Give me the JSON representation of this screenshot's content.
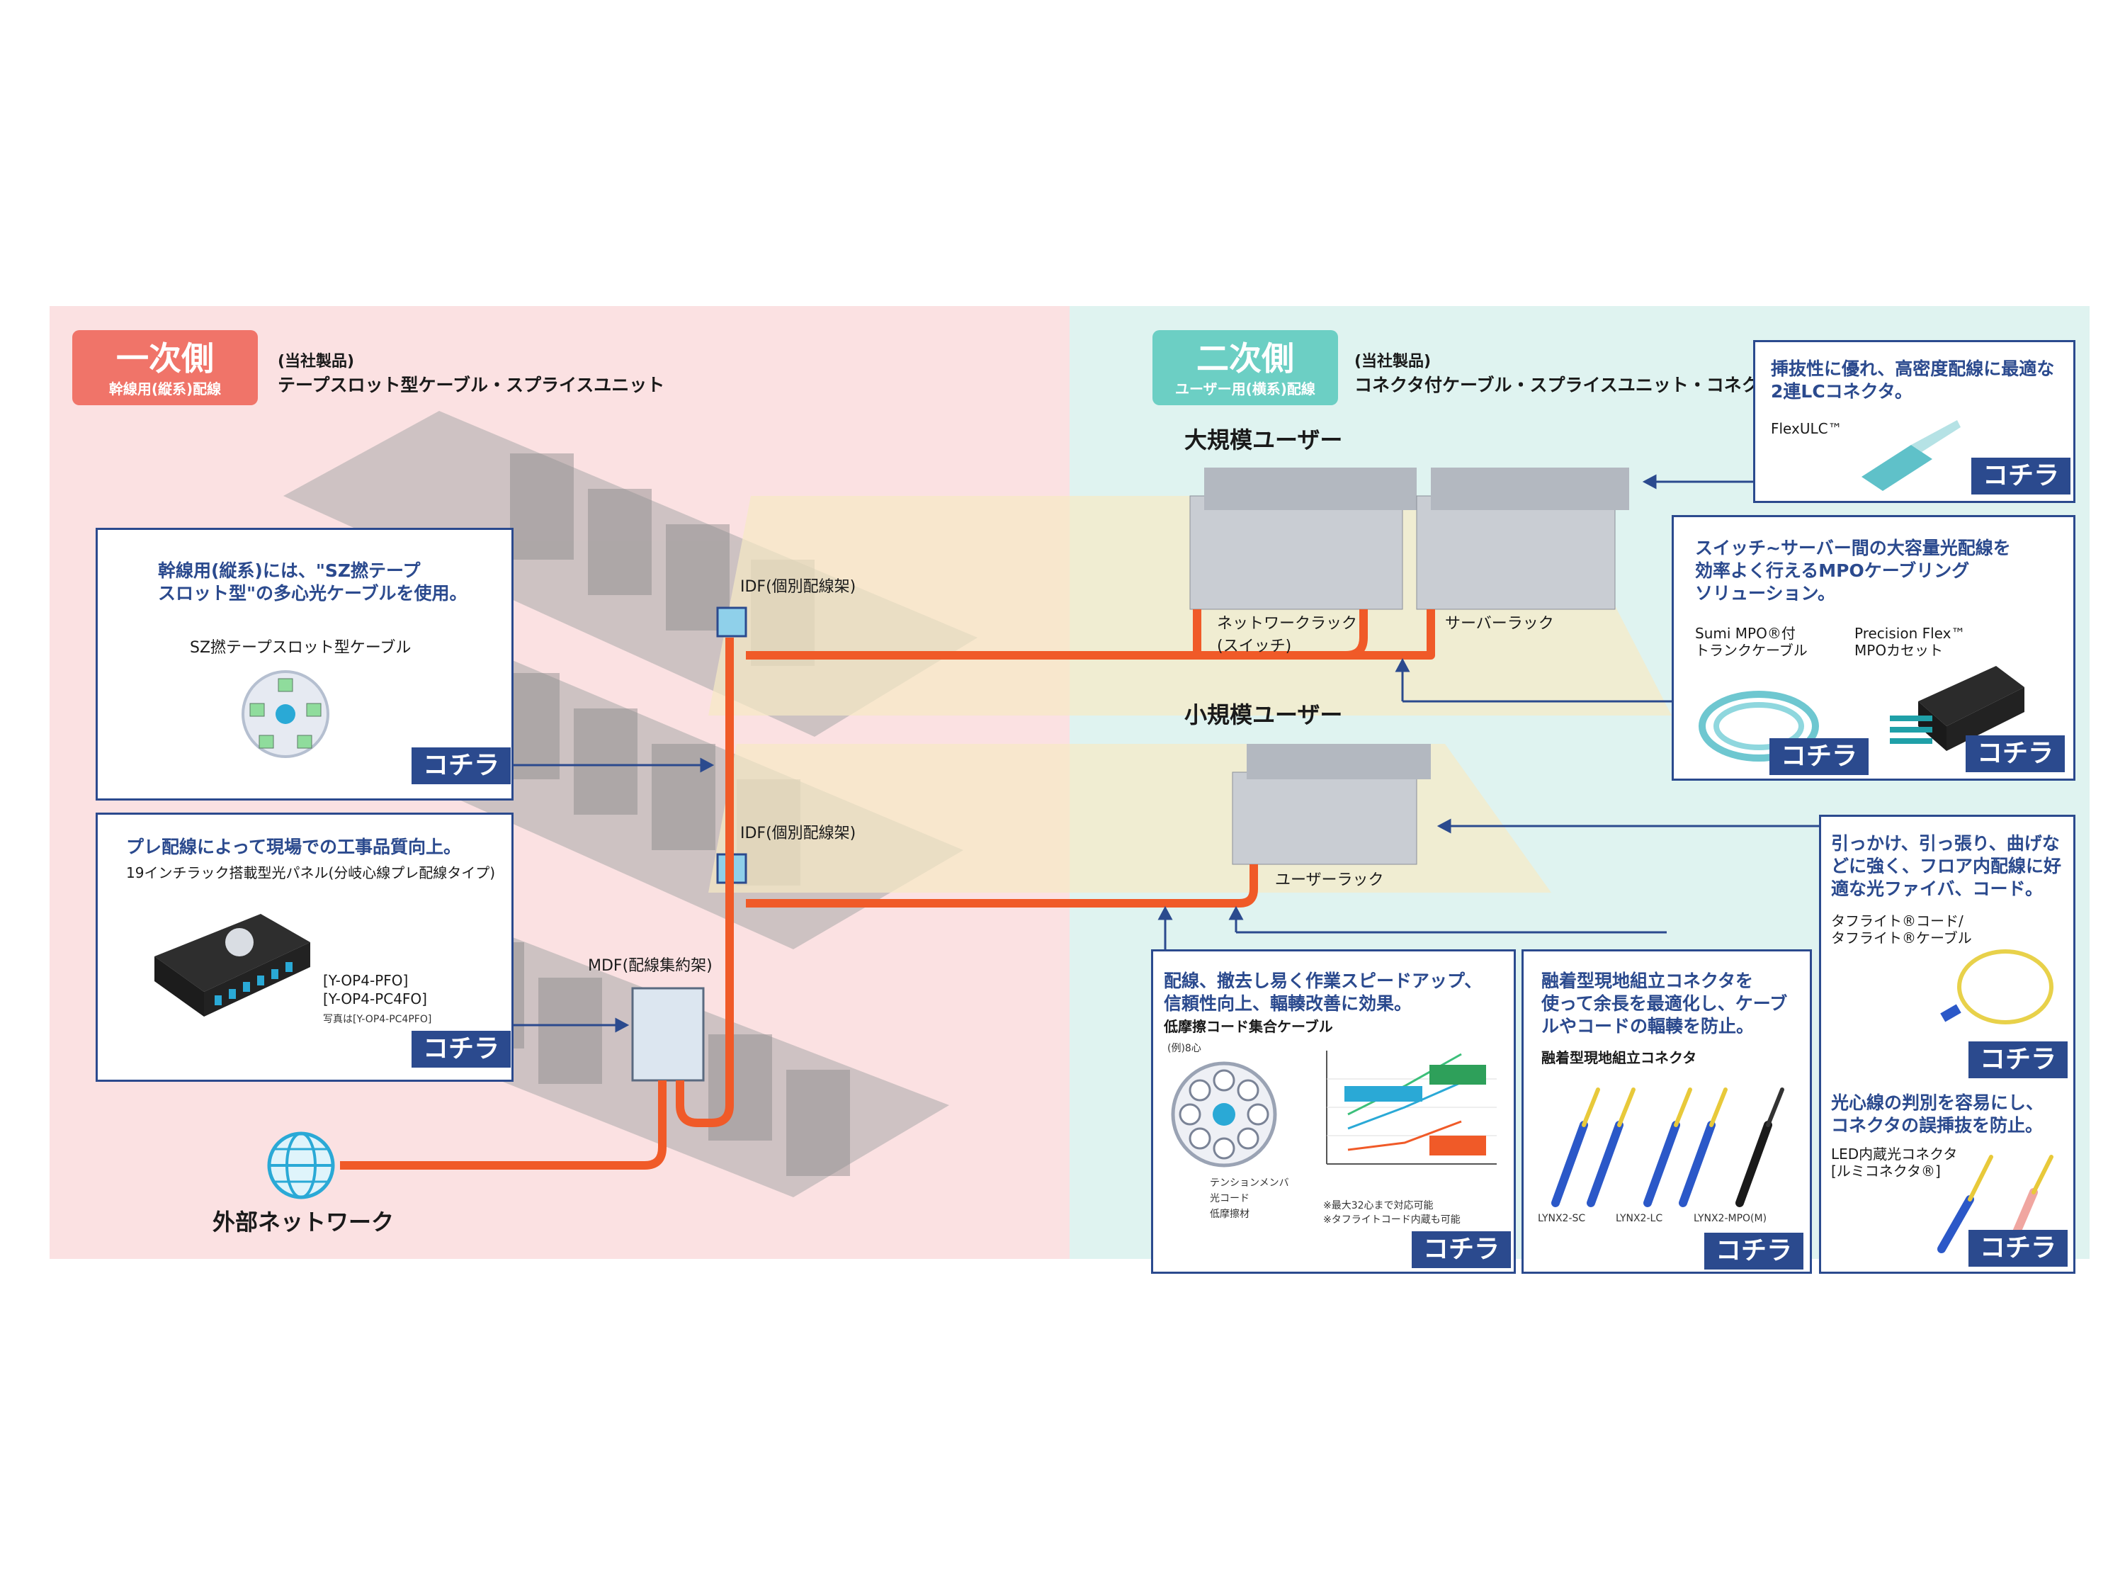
{
  "primary": {
    "title": "一次側",
    "subtitle": "幹線用(縦系)配線",
    "own_label": "(当社製品)",
    "own_products": "テープスロット型ケーブル・スプライスユニット"
  },
  "secondary": {
    "title": "二次側",
    "subtitle": "ユーザー用(横系)配線",
    "own_label": "(当社製品)",
    "own_products": "コネクタ付ケーブル・スプライスユニット・コネクタ"
  },
  "building": {
    "idf_label": "IDF(個別配線架)",
    "mdf_label": "MDF(配線集約架)",
    "external_network": "外部ネットワーク",
    "large_user": "大規模ユーザー",
    "small_user": "小規模ユーザー",
    "network_rack_line1": "ネットワークラック",
    "network_rack_line2": "(スイッチ)",
    "server_rack": "サーバーラック",
    "user_rack": "ユーザーラック"
  },
  "cards": {
    "sz": {
      "desc_line1": "幹線用(縦系)には、\"SZ撚テープ",
      "desc_line2": "スロット型\"の多心光ケーブルを使用。",
      "product": "SZ撚テープスロット型ケーブル",
      "link": "コチラ"
    },
    "prewire": {
      "desc": "プレ配線によって現場での工事品質向上。",
      "product": "19インチラック搭載型光パネル(分岐心線プレ配線タイプ)",
      "model1": "[Y-OP4-PFO]",
      "model2": "[Y-OP4-PC4FO]",
      "photo_note": "写真は[Y-OP4-PC4PFO]",
      "link": "コチラ"
    },
    "lc": {
      "desc_line1": "挿抜性に優れ、高密度配線に最適な",
      "desc_line2": "2連LCコネクタ。",
      "product": "FlexULC™",
      "link": "コチラ"
    },
    "mpo": {
      "desc_line1": "スイッチ~サーバー間の大容量光配線を",
      "desc_line2": "効率よく行えるMPOケーブリング",
      "desc_line3": "ソリューション。",
      "product1_line1": "Sumi MPO®付",
      "product1_line2": "トランクケーブル",
      "product2_line1": "Precision Flex™",
      "product2_line2": "MPOカセット",
      "link1": "コチラ",
      "link2": "コチラ"
    },
    "lowfriction": {
      "desc_line1": "配線、撤去し易く作業スピードアップ、",
      "desc_line2": "信頼性向上、輻輳改善に効果。",
      "product": "低摩擦コード集合ケーブル",
      "example": "(例)8心",
      "legend1": "テンションメンバ",
      "legend2": "光コード",
      "legend3": "低摩擦材",
      "note1": "※最大32心まで対応可能",
      "note2": "※タフライトコード内蔵も可能",
      "link": "コチラ"
    },
    "fusion": {
      "desc_line1": "融着型現地組立コネクタを",
      "desc_line2": "使って余長を最適化し、ケーブ",
      "desc_line3": "ルやコードの輻輳を防止。",
      "product": "融着型現地組立コネクタ",
      "model1": "LYNX2-SC",
      "model2": "LYNX2-LC",
      "model3": "LYNX2-MPO(M)",
      "link": "コチラ"
    },
    "toughlite": {
      "desc_line1": "引っかけ、引っ張り、曲げな",
      "desc_line2": "どに強く、フロア内配線に好",
      "desc_line3": "適な光ファイバ、コード。",
      "product_line1": "タフライト®コード/",
      "product_line2": "タフライト®ケーブル",
      "link": "コチラ"
    },
    "led": {
      "desc_line1": "光心線の判別を容易にし、",
      "desc_line2": "コネクタの誤挿抜を防止。",
      "product_line1": "LED内蔵光コネクタ",
      "product_line2": "[ルミコネクタ®]",
      "link": "コチラ"
    }
  },
  "colors": {
    "primary_panel": "#fbe1e2",
    "secondary_panel": "#dff3f0",
    "primary_badge": "#f07469",
    "secondary_badge": "#6ccfc4",
    "accent_blue": "#2b4a8e",
    "fiber_orange": "#f05a28"
  }
}
